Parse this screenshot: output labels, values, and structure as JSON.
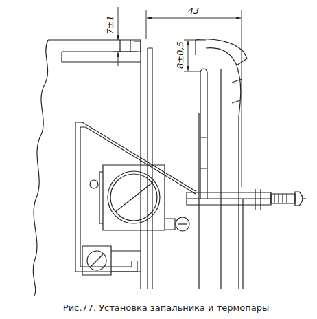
{
  "diagram": {
    "caption": "Рис.77. Установка запальника и термопары",
    "labels": [
      "7±1",
      "43",
      "8±0,5"
    ]
  }
}
